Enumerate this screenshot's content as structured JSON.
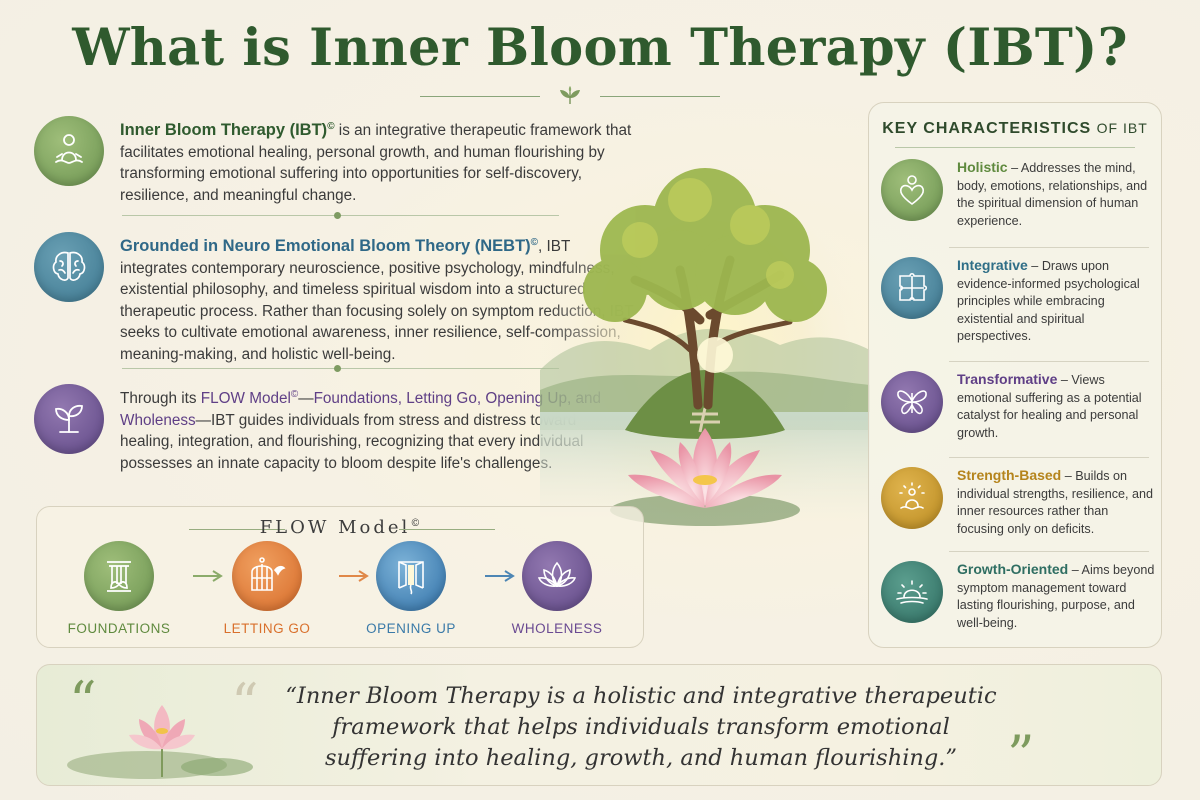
{
  "title": "What is Inner Bloom Therapy (IBT)?",
  "intro": [
    {
      "icon": "meditation-icon",
      "lead": "Inner Bloom Therapy (IBT)",
      "copyright": "©",
      "text": " is an integrative therapeutic framework that facilitates emotional healing, personal growth, and human flourishing by transforming emotional suffering into opportunities for self-discovery, resilience, and meaningful change."
    },
    {
      "icon": "brain-icon",
      "lead": "Grounded in Neuro Emotional Bloom Theory (NEBT)",
      "copyright": "©",
      "text": ", IBT integrates contemporary neuroscience, positive psychology, mindfulness, existential philosophy, and timeless spiritual wisdom into a structured therapeutic process. Rather than focusing solely on symptom reduction, IBT seeks to cultivate emotional awareness, inner resilience, self-compassion, meaning-making, and holistic well-being."
    },
    {
      "icon": "sprout-icon",
      "pre": "Through its ",
      "lead": "FLOW Model",
      "copyright": "©",
      "dash": "—",
      "list": "Foundations, Letting Go, Opening Up, and Wholeness",
      "text": "—IBT guides individuals from stress and distress toward healing, integration, and flourishing, recognizing that every individual possesses an innate capacity to bloom despite life's challenges."
    }
  ],
  "flow": {
    "title": "FLOW Model",
    "copyright": "©",
    "steps": [
      {
        "label": "FOUNDATIONS",
        "icon": "pillar-icon",
        "color": "#5f8a3e"
      },
      {
        "label": "LETTING GO",
        "icon": "birdcage-icon",
        "color": "#d9702c"
      },
      {
        "label": "OPENING UP",
        "icon": "open-door-icon",
        "color": "#3a7aa8"
      },
      {
        "label": "WHOLENESS",
        "icon": "lotus-icon",
        "color": "#6a4a92"
      }
    ]
  },
  "key": {
    "title": "KEY CHARACTERISTICS",
    "title_of": "OF IBT",
    "items": [
      {
        "term": "Holistic",
        "desc": " – Addresses the mind, body, emotions, relationships, and the spiritual dimension of human experience.",
        "icon": "heart-person-icon",
        "color": "#5f8a3e"
      },
      {
        "term": "Integrative",
        "desc": " – Draws upon evidence-informed psychological principles while embracing existential and spiritual perspectives.",
        "icon": "puzzle-icon",
        "color": "#2f6e87"
      },
      {
        "term": "Transformative",
        "desc": " – Views emotional suffering as a potential catalyst for healing and personal growth.",
        "icon": "butterfly-icon",
        "color": "#5f3f86"
      },
      {
        "term": "Strength-Based",
        "desc": " – Builds on individual strengths, resilience, and inner resources rather than focusing only on deficits.",
        "icon": "meditation-sun-icon",
        "color": "#b5841c"
      },
      {
        "term": "Growth-Oriented",
        "desc": " – Aims beyond symptom management toward lasting flourishing, purpose, and well-being.",
        "icon": "sunrise-icon",
        "color": "#2f6e62"
      }
    ]
  },
  "quote": {
    "open": "“",
    "close": "”",
    "text": "“Inner Bloom Therapy is a holistic and integrative therapeutic framework that helps individuals transform emotional suffering into healing, growth, and human flourishing.”"
  }
}
